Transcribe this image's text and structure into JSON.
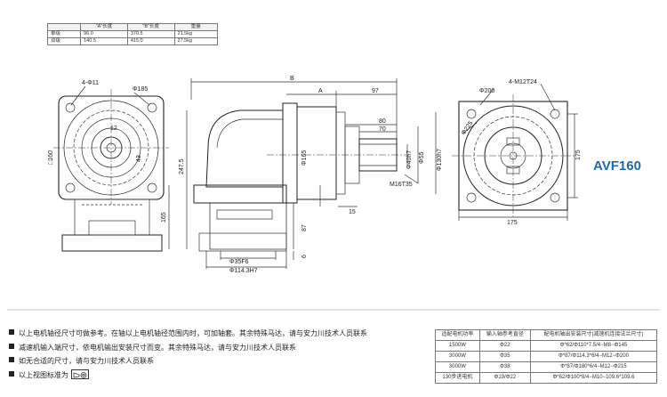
{
  "dims_table": {
    "headers": [
      "",
      "\"A\"长度",
      "\"B\"长度",
      "重量"
    ],
    "rows": [
      [
        "单级",
        "96.0",
        "370.5",
        "21.5kg"
      ],
      [
        "双级",
        "140.5",
        "415.0",
        "27.5kg"
      ]
    ]
  },
  "model": "AVF160",
  "labels": {
    "front_holes": "4-Φ11",
    "front_pcd": "Φ185",
    "front_square": "□160",
    "front_12": "12",
    "front_43": "43",
    "side_B": "B",
    "side_A": "A",
    "side_97": "97",
    "side_80": "80",
    "side_70": "70",
    "side_165": "Φ165",
    "side_40": "Φ40h7",
    "side_55": "Φ55",
    "side_130": "Φ130h7",
    "side_m16": "M16T35",
    "side_15": "15",
    "side_2475": "247.5",
    "side_165h": "165",
    "side_87": "87",
    "side_6": "6",
    "side_35": "Φ35F6",
    "side_114": "Φ114.3H7",
    "right_holes": "4-M12T24",
    "right_200": "Φ200",
    "right_225": "Φ225",
    "right_175v": "175",
    "right_175h": "175"
  },
  "notes": [
    "以上电机轴径尺寸可做参考。在轴以上电机轴径范围内时，可加轴套。其余特殊马达，请与安力川技术人员联系",
    "减速机输入端尺寸，依电机输出安装尺寸而变。其余特殊马达，请与安力川技术人员联系",
    "如无合适的尺寸，请与安力川技术人员联系",
    "以上视图标准为"
  ],
  "motor_table": {
    "headers": [
      "适配电机功率",
      "输入轴参考直径",
      "配电机轴出安装尺寸(减速机连接法兰尺寸)"
    ],
    "rows": [
      [
        "1500W",
        "Φ22",
        "Φ*62/Φ110*7.5/4−M8−Φ145"
      ],
      [
        "3000W",
        "Φ35",
        "Φ*87/Φ114.3*6/4−M12−Φ200"
      ],
      [
        "3000W",
        "Φ38",
        "Φ*87/Φ180*6/4−M12−Φ215"
      ],
      [
        "130步进电机",
        "Φ19/Φ22",
        "Φ*62/Φ100*8/4−M10−109.6*109.6"
      ]
    ]
  }
}
